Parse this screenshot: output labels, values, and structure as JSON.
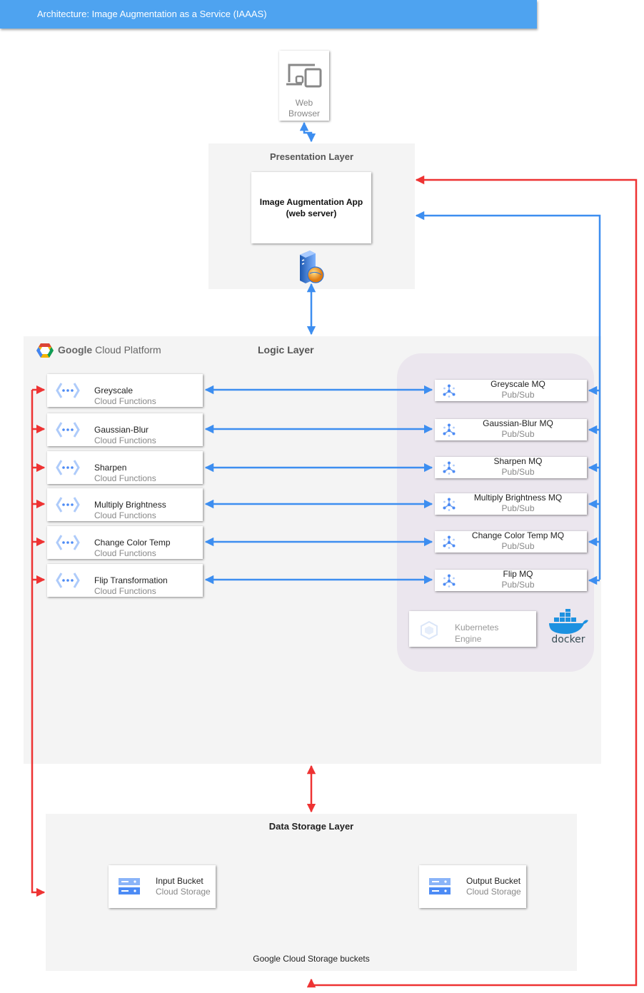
{
  "title": "Architecture: Image Augmentation as a Service (IAAAS)",
  "browser": {
    "line1": "Web",
    "line2": "Browser"
  },
  "presentation": {
    "title": "Presentation Layer",
    "app_line1": "Image Augmentation App",
    "app_line2": "(web server)"
  },
  "logic": {
    "gcp_label_bold": "Google",
    "gcp_label_rest": " Cloud Platform",
    "title": "Logic Layer",
    "functions": [
      {
        "name": "Greyscale",
        "service": "Cloud Functions"
      },
      {
        "name": "Gaussian-Blur",
        "service": "Cloud Functions"
      },
      {
        "name": "Sharpen",
        "service": "Cloud Functions"
      },
      {
        "name": "Multiply Brightness",
        "service": "Cloud Functions"
      },
      {
        "name": "Change Color Temp",
        "service": "Cloud Functions"
      },
      {
        "name": "Flip Transformation",
        "service": "Cloud Functions"
      }
    ],
    "queues": [
      {
        "name": "Greyscale MQ",
        "service": "Pub/Sub"
      },
      {
        "name": "Gaussian-Blur MQ",
        "service": "Pub/Sub"
      },
      {
        "name": "Sharpen MQ",
        "service": "Pub/Sub"
      },
      {
        "name": "Multiply Brightness MQ",
        "service": "Pub/Sub"
      },
      {
        "name": "Change Color Temp MQ",
        "service": "Pub/Sub"
      },
      {
        "name": "Flip MQ",
        "service": "Pub/Sub"
      }
    ],
    "kubernetes_line1": "Kubernetes",
    "kubernetes_line2": "Engine",
    "docker": "docker"
  },
  "storage": {
    "title": "Data Storage Layer",
    "input": {
      "name": "Input Bucket",
      "service": "Cloud Storage"
    },
    "output": {
      "name": "Output Bucket",
      "service": "Cloud Storage"
    },
    "caption": "Google Cloud Storage buckets"
  },
  "colors": {
    "blue_arrow": "#3d8ef0",
    "red_arrow": "#ee3333",
    "title_bar": "#4ea3f0"
  }
}
